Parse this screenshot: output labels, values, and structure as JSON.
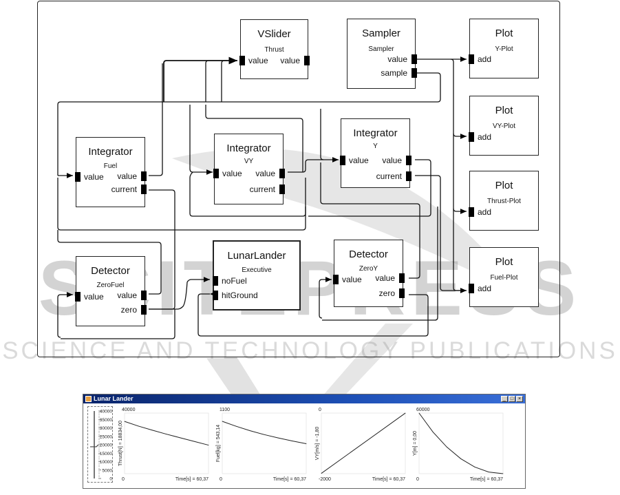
{
  "diagram": {
    "blocks": [
      {
        "id": "vslider",
        "type": "VSlider",
        "instance": "Thrust",
        "inputs": [
          "value"
        ],
        "outputs": [
          "value"
        ]
      },
      {
        "id": "sampler",
        "type": "Sampler",
        "instance": "Sampler",
        "inputs": [],
        "outputs": [
          "value",
          "sample"
        ]
      },
      {
        "id": "plot-y",
        "type": "Plot",
        "instance": "Y-Plot",
        "inputs": [
          "add"
        ],
        "outputs": []
      },
      {
        "id": "plot-vy",
        "type": "Plot",
        "instance": "VY-Plot",
        "inputs": [
          "add"
        ],
        "outputs": []
      },
      {
        "id": "plot-thrust",
        "type": "Plot",
        "instance": "Thrust-Plot",
        "inputs": [
          "add"
        ],
        "outputs": []
      },
      {
        "id": "plot-fuel",
        "type": "Plot",
        "instance": "Fuel-Plot",
        "inputs": [
          "add"
        ],
        "outputs": []
      },
      {
        "id": "int-fuel",
        "type": "Integrator",
        "instance": "Fuel",
        "inputs": [
          "value"
        ],
        "outputs": [
          "value",
          "current"
        ]
      },
      {
        "id": "int-vy",
        "type": "Integrator",
        "instance": "VY",
        "inputs": [
          "value"
        ],
        "outputs": [
          "value",
          "current"
        ]
      },
      {
        "id": "int-y",
        "type": "Integrator",
        "instance": "Y",
        "inputs": [
          "value"
        ],
        "outputs": [
          "value",
          "current"
        ]
      },
      {
        "id": "det-zerofuel",
        "type": "Detector",
        "instance": "ZeroFuel",
        "inputs": [
          "value"
        ],
        "outputs": [
          "value",
          "zero"
        ]
      },
      {
        "id": "lunarlander",
        "type": "LunarLander",
        "instance": "Executive",
        "inputs": [
          "noFuel",
          "hitGround"
        ],
        "outputs": []
      },
      {
        "id": "det-zeroy",
        "type": "Detector",
        "instance": "ZeroY",
        "inputs": [
          "value"
        ],
        "outputs": [
          "value",
          "zero"
        ]
      }
    ]
  },
  "watermark": {
    "line1": "SCITEPRESS",
    "line2": "SCIENCE AND TECHNOLOGY PUBLICATIONS"
  },
  "app_window": {
    "title": "Lunar Lander",
    "app_icon": "java-cup-icon",
    "controls": {
      "minimize": "_",
      "maximize": "□",
      "close": "×"
    },
    "slider": {
      "ticks": [
        "40000",
        "35000",
        "30000",
        "25000",
        "20000",
        "15000",
        "10000",
        "5000",
        "0"
      ],
      "value_fraction": 0.47
    }
  },
  "chart_data": [
    {
      "type": "line",
      "title": "",
      "ylabel": "Thrust[N] = 18834,00",
      "xlabel": "Time[s] =  60,37",
      "ylim": [
        0,
        40000
      ],
      "y_top_label": "40000",
      "y_bottom_label": "0",
      "x": [
        0,
        10,
        20,
        30,
        40,
        50,
        60.37
      ],
      "values": [
        34500,
        31400,
        28700,
        26100,
        23700,
        21300,
        18834
      ]
    },
    {
      "type": "line",
      "title": "",
      "ylabel": "Fuel[kg] = 543,14",
      "xlabel": "Time[s] =  60,37",
      "ylim": [
        0,
        1100
      ],
      "y_top_label": "1100",
      "y_bottom_label": "0",
      "x": [
        0,
        10,
        20,
        30,
        40,
        50,
        60.37
      ],
      "values": [
        950,
        860,
        780,
        710,
        650,
        595,
        543.14
      ]
    },
    {
      "type": "line",
      "title": "",
      "ylabel": "VY[m/s] = -1,80",
      "xlabel": "Time[s] =  60,37",
      "ylim": [
        -2000,
        0
      ],
      "y_top_label": "0",
      "y_bottom_label": "-2000",
      "x": [
        0,
        60.37
      ],
      "values": [
        -1990,
        -1.8
      ]
    },
    {
      "type": "line",
      "title": "",
      "ylabel": "Y[m] = 0,00",
      "xlabel": "Time[s] =  60,37",
      "ylim": [
        0,
        60000
      ],
      "y_top_label": "60000",
      "y_bottom_label": "0",
      "x": [
        0,
        10,
        20,
        30,
        40,
        50,
        60.37
      ],
      "values": [
        60000,
        41200,
        26300,
        14800,
        6600,
        1600,
        0
      ]
    }
  ]
}
